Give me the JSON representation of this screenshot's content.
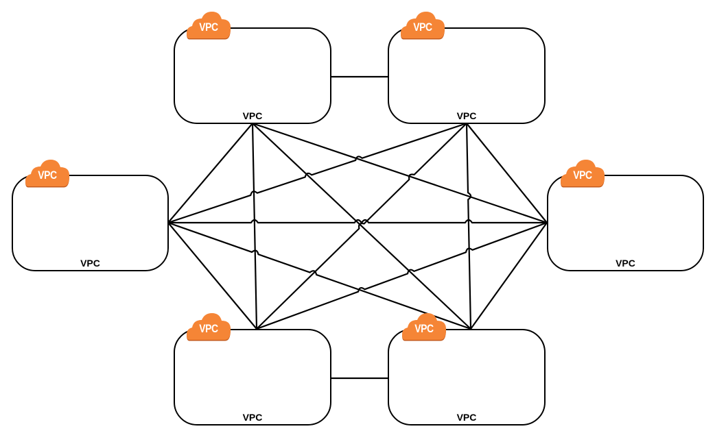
{
  "diagram": {
    "type": "vpc-full-mesh-peering",
    "colors": {
      "cloud": "#F58536",
      "cloud_shadow": "#C45A1C",
      "line": "#000000",
      "box_border": "#000000"
    },
    "nodes": [
      {
        "id": "top-left",
        "label": "VPC",
        "badge": "VPC"
      },
      {
        "id": "top-right",
        "label": "VPC",
        "badge": "VPC"
      },
      {
        "id": "left",
        "label": "VPC",
        "badge": "VPC"
      },
      {
        "id": "right",
        "label": "VPC",
        "badge": "VPC"
      },
      {
        "id": "bottom-left",
        "label": "VPC",
        "badge": "VPC"
      },
      {
        "id": "bottom-right",
        "label": "VPC",
        "badge": "VPC"
      }
    ],
    "edges": [
      [
        "top-left",
        "top-right"
      ],
      [
        "bottom-left",
        "bottom-right"
      ],
      [
        "top-left",
        "left"
      ],
      [
        "top-left",
        "right"
      ],
      [
        "top-left",
        "bottom-left"
      ],
      [
        "top-left",
        "bottom-right"
      ],
      [
        "top-right",
        "left"
      ],
      [
        "top-right",
        "right"
      ],
      [
        "top-right",
        "bottom-left"
      ],
      [
        "top-right",
        "bottom-right"
      ],
      [
        "left",
        "right"
      ],
      [
        "left",
        "bottom-left"
      ],
      [
        "left",
        "bottom-right"
      ],
      [
        "right",
        "bottom-left"
      ],
      [
        "right",
        "bottom-right"
      ]
    ]
  }
}
